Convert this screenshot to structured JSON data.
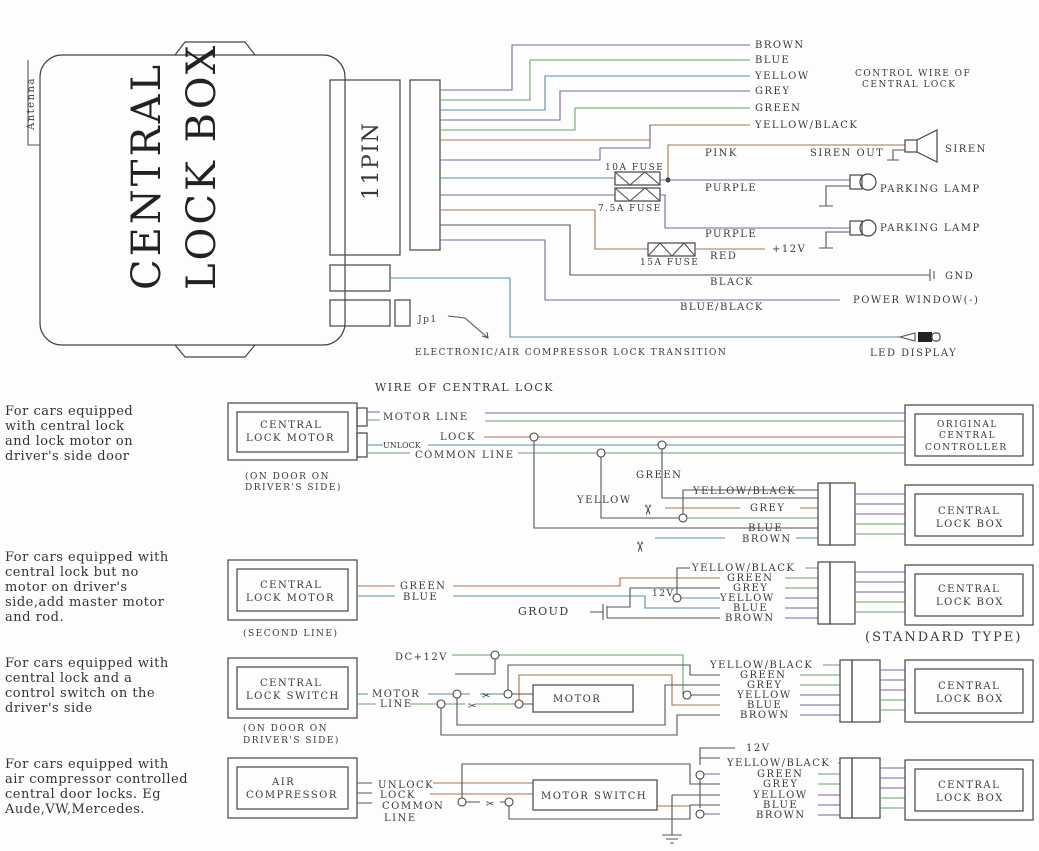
{
  "main_unit": {
    "title_line1": "CENTRAL",
    "title_line2": "LOCK BOX",
    "connector": "11PIN",
    "antenna": "Antenna",
    "jumper": "Jp1"
  },
  "top": {
    "wire_labels": [
      "BROWN",
      "BLUE",
      "YELLOW",
      "GREY",
      "GREEN",
      "YELLOW/BLACK"
    ],
    "control_note": [
      "CONTROL WIRE OF",
      "CENTRAL LOCK"
    ],
    "pink": "PINK",
    "siren_out": "SIREN OUT",
    "siren": "SIREN",
    "fuse_10a": "10A FUSE",
    "fuse_75a": "7.5A FUSE",
    "fuse_15a": "15A  FUSE",
    "purple1": "PURPLE",
    "purple2": "PURPLE",
    "parking_lamp1": "PARKING LAMP",
    "parking_lamp2": "PARKING LAMP",
    "red": "RED",
    "plus12v": "+12V",
    "black": "BLACK",
    "gnd": "GND",
    "blue_black": "BLUE/BLACK",
    "power_window": "POWER WINDOW(-)",
    "transition": "ELECTRONIC/AIR COMPRESSOR LOCK TRANSITION",
    "led_display": "LED DISPLAY"
  },
  "section_title": "WIRE OF CENTRAL LOCK",
  "rows": [
    {
      "description": [
        "For cars equipped",
        "with central lock",
        "and lock motor on",
        "driver's side door"
      ],
      "device": [
        "CENTRAL",
        "LOCK MOTOR"
      ],
      "note": [
        "(ON DOOR ON",
        "DRIVER'S SIDE)"
      ],
      "inputs": [
        "MOTOR LINE",
        "UNLOCK",
        "LOCK",
        "COMMON LINE"
      ],
      "mid_labels": [
        "GREEN",
        "YELLOW"
      ],
      "controller": [
        "ORIGINAL",
        "CENTRAL",
        "CONTROLLER"
      ],
      "wires": [
        "YELLOW/BLACK",
        "GREY",
        "BLUE",
        "BROWN"
      ],
      "target": [
        "CENTRAL",
        "LOCK BOX"
      ]
    },
    {
      "description": [
        "For cars equipped with",
        "central lock but no",
        "motor on driver's",
        "side,add master motor",
        "and rod."
      ],
      "device": [
        "CENTRAL",
        "LOCK MOTOR"
      ],
      "note": [
        "(SECOND LINE)"
      ],
      "inputs": [
        "GREEN",
        "BLUE"
      ],
      "ground": "GROUD",
      "v12": "12V",
      "wires": [
        "YELLOW/BLACK",
        "GREEN",
        "GREY",
        "YELLOW",
        "BLUE",
        "BROWN"
      ],
      "target": [
        "CENTRAL",
        "LOCK BOX"
      ],
      "type_note": "(STANDARD TYPE)"
    },
    {
      "description": [
        "For cars equipped with",
        "central lock and a",
        "control switch on the",
        "driver's side"
      ],
      "device": [
        "CENTRAL",
        "LOCK SWITCH"
      ],
      "note": [
        "(ON DOOR ON",
        "DRIVER'S SIDE)"
      ],
      "inputs": [
        "MOTOR",
        "LINE"
      ],
      "dc": "DC+12V",
      "motor": "MOTOR",
      "wires": [
        "YELLOW/BLACK",
        "GREEN",
        "GREY",
        "YELLOW",
        "BLUE",
        "BROWN"
      ],
      "target": [
        "CENTRAL",
        "LOCK BOX"
      ]
    },
    {
      "description": [
        "For cars equipped with",
        "air compressor controlled",
        "central door locks. Eg",
        "Aude,VW,Mercedes."
      ],
      "device": [
        "AIR",
        "COMPRESSOR"
      ],
      "inputs": [
        "UNLOCK",
        "LOCK",
        "COMMON",
        "LINE"
      ],
      "motor_switch": "MOTOR SWITCH",
      "v12": "12V",
      "wires": [
        "YELLOW/BLACK",
        "GREEN",
        "GREY",
        "YELLOW",
        "BLUE",
        "BROWN"
      ],
      "target": [
        "CENTRAL",
        "LOCK BOX"
      ]
    }
  ]
}
